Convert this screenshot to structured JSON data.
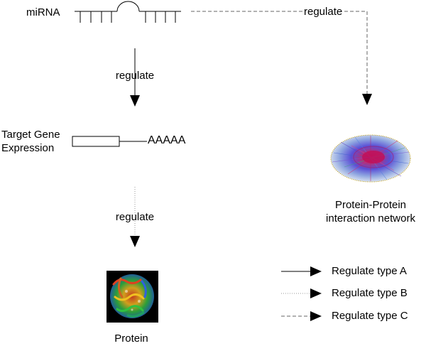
{
  "mirna": {
    "label": "miRNA"
  },
  "edges": {
    "mirna_to_target": {
      "label": "regulate",
      "type": "A"
    },
    "target_to_protein": {
      "label": "regulate",
      "type": "B"
    },
    "mirna_to_network": {
      "label": "regulate",
      "type": "C"
    }
  },
  "target_gene": {
    "label_line1": "Target Gene",
    "label_line2": "Expression",
    "polya": "AAAAA"
  },
  "protein": {
    "label": "Protein"
  },
  "network": {
    "label_line1": "Protein-Protein",
    "label_line2": "interaction network"
  },
  "legend": {
    "items": [
      {
        "label": "Regulate type A",
        "style": "solid"
      },
      {
        "label": "Regulate type B",
        "style": "dotted"
      },
      {
        "label": "Regulate type C",
        "style": "dashed"
      }
    ]
  },
  "colors": {
    "line": "#000000",
    "dotted": "#9a9a9a",
    "dashed": "#666666",
    "protein_bg": "#000000",
    "network_outline": "#c8a000",
    "network_core": "#d0206a",
    "network_mid": "#5a4fd6",
    "network_outer": "#7fc7a0"
  }
}
